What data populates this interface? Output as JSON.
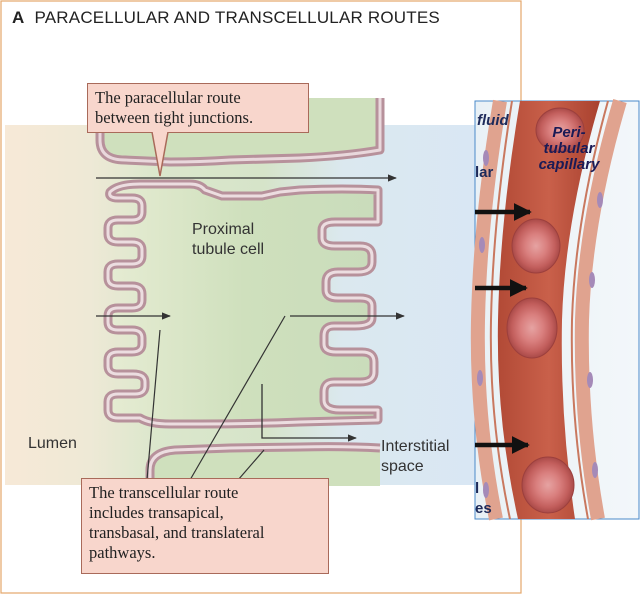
{
  "panel": {
    "letter": "A",
    "title": "PARACELLULAR AND TRANSCELLULAR ROUTES"
  },
  "labels": {
    "cell_line1": "Proximal",
    "cell_line2": "tubule cell",
    "lumen": "Lumen",
    "interstitial_line1": "Interstitial",
    "interstitial_line2": "space"
  },
  "callouts": {
    "paracellular": [
      "The paracellular route",
      "between tight junctions."
    ],
    "transcellular": [
      "The transcellular route",
      "includes transapical,",
      "transbasal, and translateral",
      "pathways."
    ]
  },
  "capillary_panel": {
    "label_lines": [
      "Peri-",
      "tubular",
      "capillary"
    ],
    "cutoff_fluid": "fluid",
    "cutoff_lar": "lar",
    "cutoff_l": "l",
    "cutoff_es": "es"
  },
  "colors": {
    "lumen_fill": "#f7e9d7",
    "cell_fill": "#d9e6c8",
    "interstitial_fill": "#dde9f4",
    "membrane": "#b7919b",
    "callout_fill": "#f8d6cc",
    "capillary_wall": "#c96a50",
    "blood_cell": "#d77a78",
    "panel_border": "#e4a76a"
  }
}
